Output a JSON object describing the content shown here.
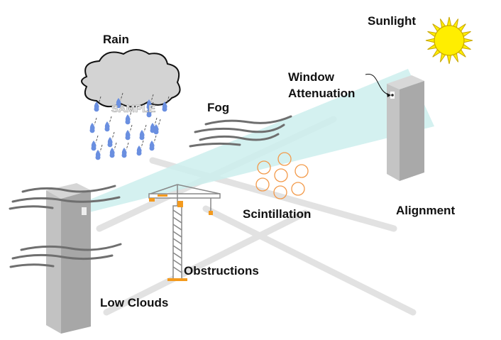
{
  "labels": {
    "sunlight": "Sunlight",
    "rain": "Rain",
    "window_attenuation_line1": "Window",
    "window_attenuation_line2": "Attenuation",
    "fog": "Fog",
    "scintillation": "Scintillation",
    "alignment": "Alignment",
    "obstructions": "Obstructions",
    "low_clouds": "Low Clouds"
  },
  "watermark": "SAMPLE",
  "colors": {
    "beam": "#cdeeed",
    "sun": "#ffee00",
    "raindrop": "#6a8fe0",
    "crane": "#f39a1e",
    "scintillation": "#f39a4a",
    "tower": "#b5b5b5"
  }
}
